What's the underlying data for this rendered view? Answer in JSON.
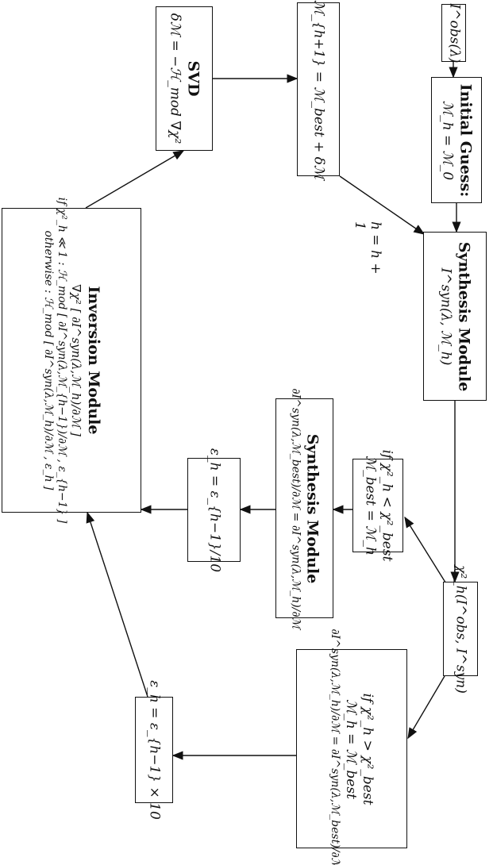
{
  "nodes": {
    "observed": {
      "line1": "I^obs(λ)"
    },
    "initial_guess": {
      "title": "Initial Guess:",
      "line1": "ℳ_h = ℳ_0"
    },
    "synthesis_top": {
      "title": "Synthesis Module",
      "line1": "I^syn(λ, ℳ_h)"
    },
    "chi_square": {
      "line1": "χ²_h(I^obs, I^syn)"
    },
    "if_less": {
      "line1": "if χ²_h < χ²_best",
      "line2": "ℳ_best = ℳ_h"
    },
    "if_greater": {
      "line1": "if χ²_h > χ²_best",
      "line2": "ℳ_h = ℳ_best",
      "line3": "∂I^syn(λ,ℳ_h)/∂ℳ = ∂I^syn(λ,ℳ_best)/∂ℳ"
    },
    "synthesis_mid": {
      "title": "Synthesis Module",
      "line1": "∂I^syn(λ,ℳ_best)/∂ℳ = ∂I^syn(λ,ℳ_h)/∂ℳ"
    },
    "eps_div": {
      "line1": "ε_h = ε_{h−1}/10"
    },
    "eps_mul": {
      "line1": "ε_h = ε_{h−1} × 10"
    },
    "inversion": {
      "title": "Inversion Module",
      "line1": "∇χ² [ ∂I^syn(λ,ℳ_h)/∂ℳ ]",
      "line2": "if χ²_h ≪ 1 : ℋ_mod [ ∂I^syn(λ,ℳ_{h−1})/∂ℳ , ε_{h−1} ]",
      "line3": "otherwise : ℋ_mod [ ∂I^syn(λ,ℳ_h)/∂ℳ , ε_h ]"
    },
    "svd": {
      "title": "SVD",
      "line1": "δℳ = −ℋ_mod ∇χ²"
    },
    "update": {
      "line1": "ℳ_{h+1} = ℳ_best + δℳ"
    }
  },
  "edge_labels": {
    "iterate": "h = h + 1"
  }
}
